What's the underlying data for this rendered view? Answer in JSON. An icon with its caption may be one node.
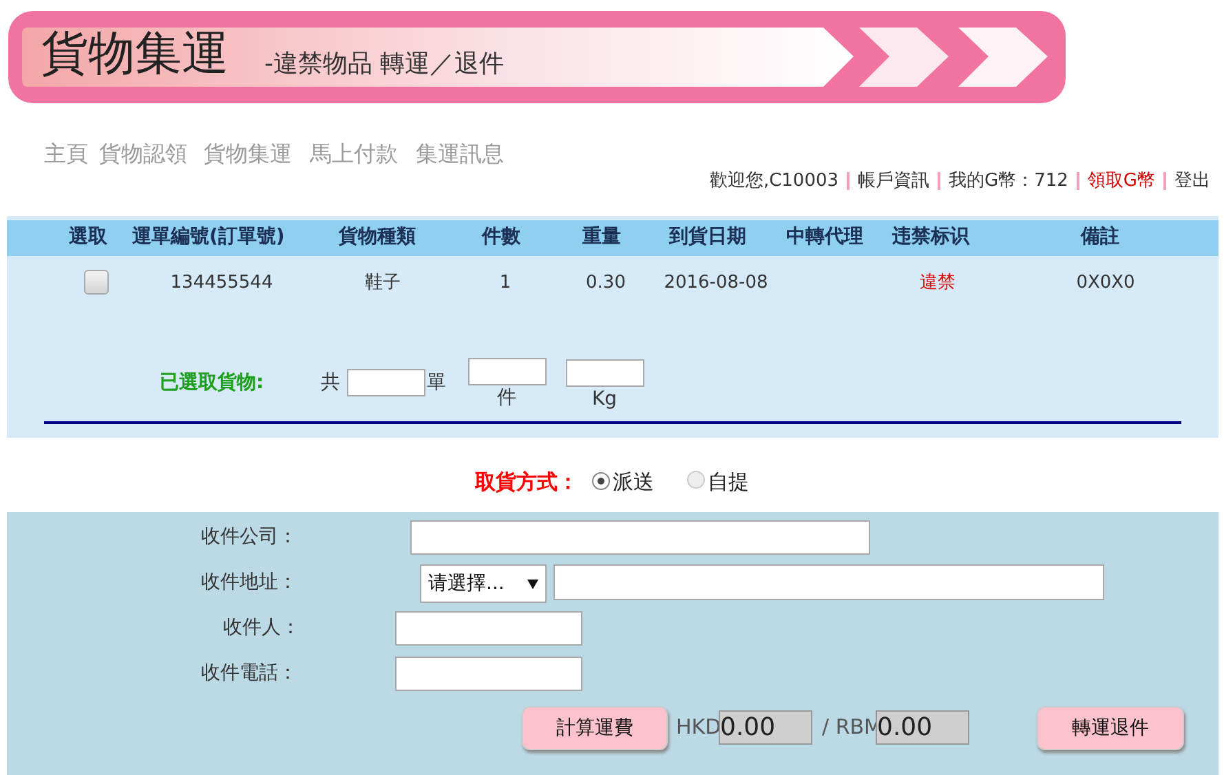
{
  "diagram": {
    "title": "貨物集運",
    "labels": [
      "-違禁物品 轉運／退件",
      "主頁",
      "貨物認領",
      "貨物集運",
      "馬上付款",
      "集運訊息",
      "歡迎您,C10003",
      "帳戶資訊",
      "我的G幣：712",
      "領取G幣",
      "登出",
      "選取",
      "運單編號(訂單號)",
      "貨物種類",
      "件數",
      "重量",
      "到貨日期",
      "中轉代理",
      "违禁标识",
      "備註",
      "134455544",
      "鞋子",
      "1",
      "0.30",
      "2016-08-08",
      "違禁",
      "0X0X0",
      "已選取貨物:",
      "共",
      "單",
      "件",
      "Kg",
      "取貨方式：",
      "派送",
      "自提",
      "收件公司：",
      "收件地址：",
      "请選擇...",
      "收件人：",
      "收件電話：",
      "計算運費",
      "HKD",
      "0.00",
      "/ RBM",
      "0.00",
      "轉運退件"
    ]
  }
}
